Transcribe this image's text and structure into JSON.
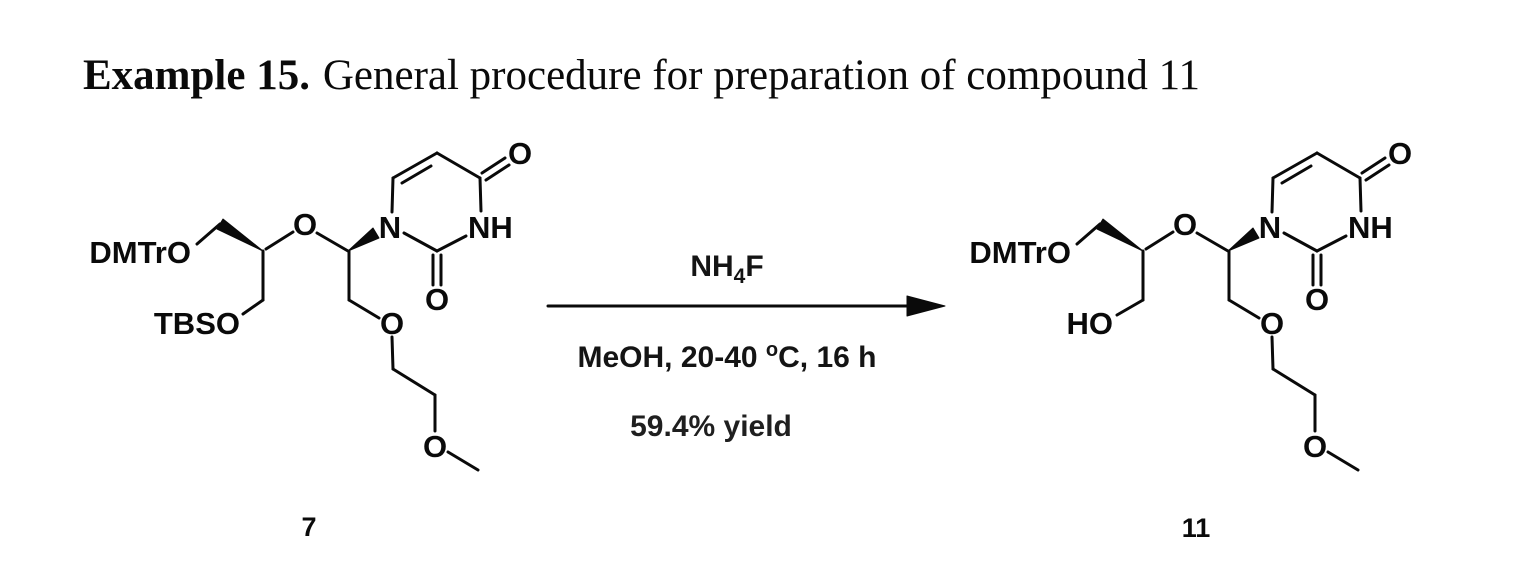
{
  "title": {
    "example": "Example 15.",
    "text": "General procedure for preparation of compound 11"
  },
  "reaction": {
    "reagent": {
      "base": "NH",
      "sub": "4",
      "tail": "F"
    },
    "conditions": {
      "pre": "MeOH, 20-40 ",
      "sup": "o",
      "post": "C, 16 h"
    },
    "yield": "59.4% yield"
  },
  "molecules": {
    "left": {
      "number": "7",
      "labels": {
        "dmtro": "DMTrO",
        "tbso": "TBSO",
        "ether_o": "O",
        "n1": "N",
        "n3h": "NH",
        "o4": "O",
        "o2": "O",
        "chain_o1": "O",
        "chain_o2": "O"
      }
    },
    "right": {
      "number": "11",
      "labels": {
        "dmtro": "DMTrO",
        "ho": "HO",
        "ether_o": "O",
        "n1": "N",
        "n3h": "NH",
        "o4": "O",
        "o2": "O",
        "chain_o1": "O",
        "chain_o2": "O"
      }
    }
  }
}
